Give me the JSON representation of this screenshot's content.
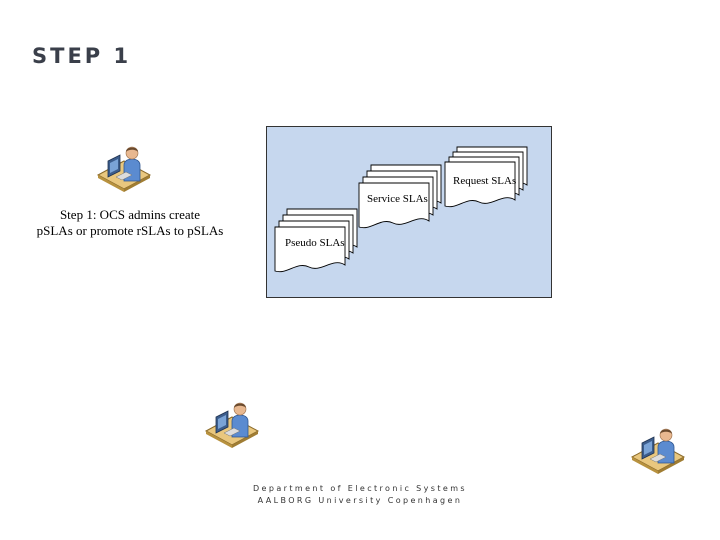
{
  "slide": {
    "title": "STEP 1",
    "step_caption_line1": "Step 1: OCS admins create",
    "step_caption_line2": "pSLAs or promote rSLAs to pSLAs"
  },
  "diagram": {
    "documents": {
      "request": "Request SLAs",
      "service": "Service SLAs",
      "pseudo": "Pseudo SLAs"
    }
  },
  "footer": {
    "line1": "Department of Electronic Systems",
    "line2": "AALBORG University Copenhagen"
  },
  "icons": {
    "admin": "user-at-computer-icon",
    "panel_fill": "#c6d7ee",
    "desk_fill": "#e9c77e"
  }
}
